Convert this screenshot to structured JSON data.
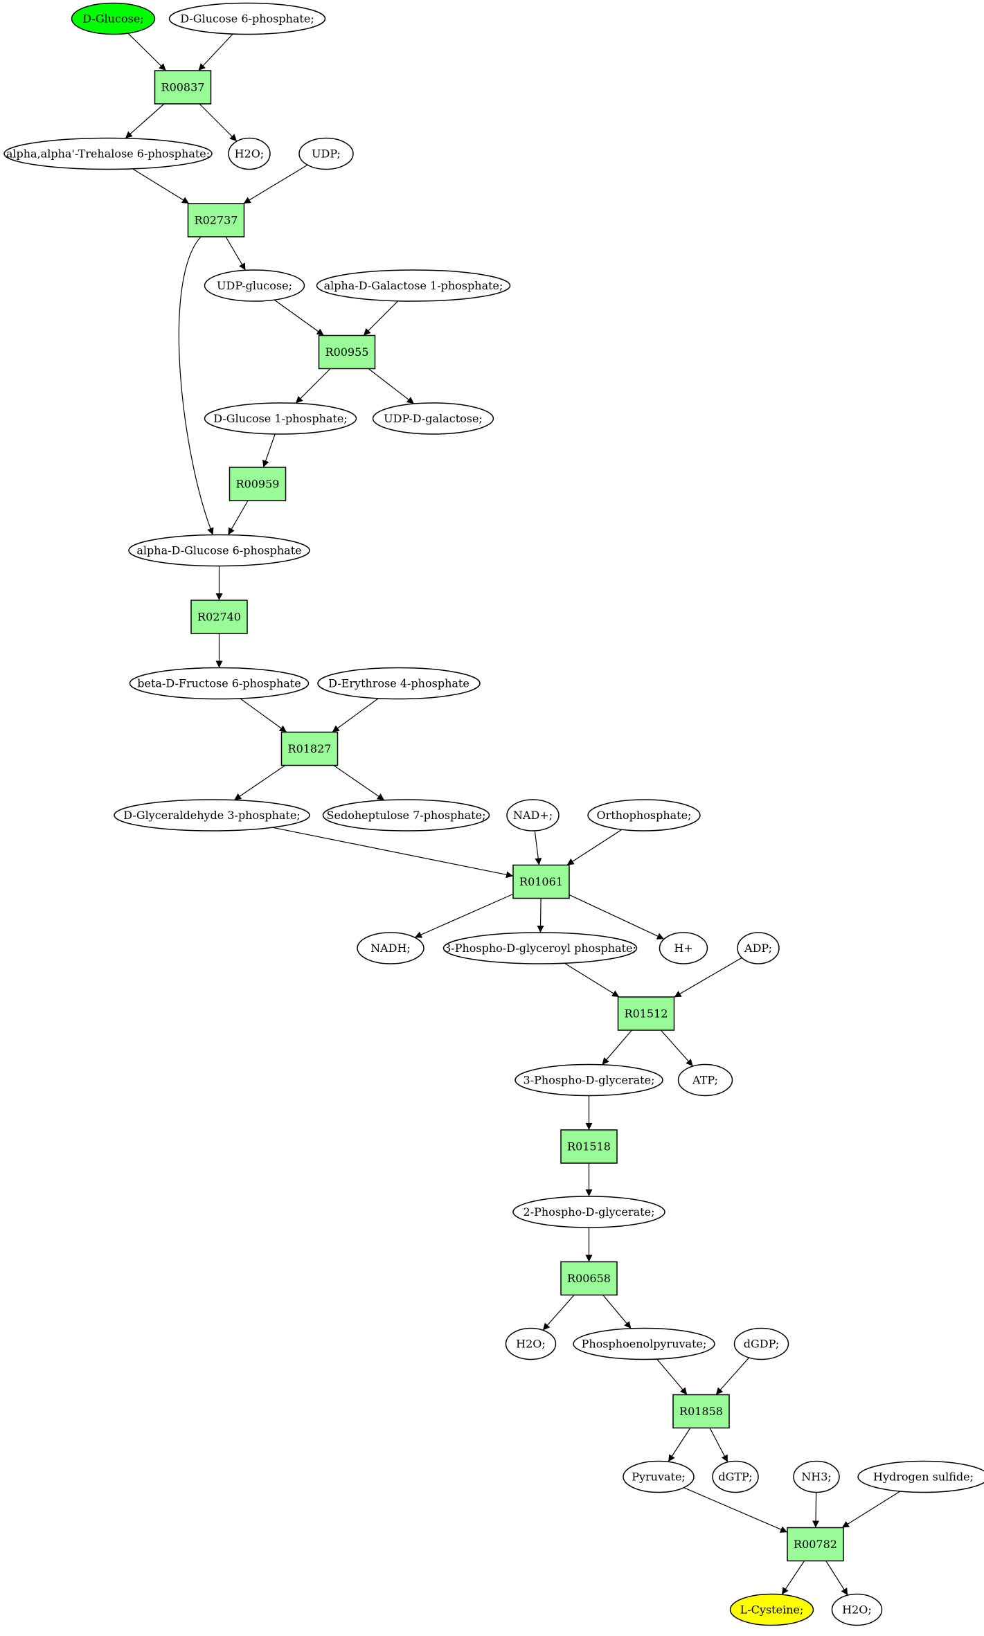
{
  "colors": {
    "reaction_fill": "#98fb98",
    "metabolite_fill": "#ffffff",
    "start_fill": "#00ff00",
    "end_fill": "#ffff00",
    "stroke": "#000000"
  },
  "nodes": [
    {
      "id": "m_dglucose",
      "kind": "metabolite",
      "role": "start",
      "label": "D-Glucose;"
    },
    {
      "id": "m_dg6p",
      "kind": "metabolite",
      "label": "D-Glucose 6-phosphate;"
    },
    {
      "id": "r_R00837",
      "kind": "reaction",
      "label": "R00837"
    },
    {
      "id": "m_trehalose6p",
      "kind": "metabolite",
      "label": "alpha,alpha'-Trehalose 6-phosphate;"
    },
    {
      "id": "m_h2o_1",
      "kind": "metabolite",
      "label": "H2O;"
    },
    {
      "id": "m_udp",
      "kind": "metabolite",
      "label": "UDP;"
    },
    {
      "id": "r_R02737",
      "kind": "reaction",
      "label": "R02737"
    },
    {
      "id": "m_udpglucose",
      "kind": "metabolite",
      "label": "UDP-glucose;"
    },
    {
      "id": "m_agal1p",
      "kind": "metabolite",
      "label": "alpha-D-Galactose 1-phosphate;"
    },
    {
      "id": "r_R00955",
      "kind": "reaction",
      "label": "R00955"
    },
    {
      "id": "m_dg1p",
      "kind": "metabolite",
      "label": "D-Glucose 1-phosphate;"
    },
    {
      "id": "m_udpgal",
      "kind": "metabolite",
      "label": "UDP-D-galactose;"
    },
    {
      "id": "r_R00959",
      "kind": "reaction",
      "label": "R00959"
    },
    {
      "id": "m_adg6p",
      "kind": "metabolite",
      "label": "alpha-D-Glucose 6-phosphate"
    },
    {
      "id": "r_R02740",
      "kind": "reaction",
      "label": "R02740"
    },
    {
      "id": "m_bdf6p",
      "kind": "metabolite",
      "label": "beta-D-Fructose 6-phosphate"
    },
    {
      "id": "m_de4p",
      "kind": "metabolite",
      "label": "D-Erythrose 4-phosphate"
    },
    {
      "id": "r_R01827",
      "kind": "reaction",
      "label": "R01827"
    },
    {
      "id": "m_g3p",
      "kind": "metabolite",
      "label": "D-Glyceraldehyde 3-phosphate;"
    },
    {
      "id": "m_s7p",
      "kind": "metabolite",
      "label": "Sedoheptulose 7-phosphate;"
    },
    {
      "id": "m_nad",
      "kind": "metabolite",
      "label": "NAD+;"
    },
    {
      "id": "m_pi",
      "kind": "metabolite",
      "label": "Orthophosphate;"
    },
    {
      "id": "r_R01061",
      "kind": "reaction",
      "label": "R01061"
    },
    {
      "id": "m_nadh",
      "kind": "metabolite",
      "label": "NADH;"
    },
    {
      "id": "m_3pgp",
      "kind": "metabolite",
      "label": "3-Phospho-D-glyceroyl phosphate;"
    },
    {
      "id": "m_h",
      "kind": "metabolite",
      "label": "H+"
    },
    {
      "id": "m_adp",
      "kind": "metabolite",
      "label": "ADP;"
    },
    {
      "id": "r_R01512",
      "kind": "reaction",
      "label": "R01512"
    },
    {
      "id": "m_3pg",
      "kind": "metabolite",
      "label": "3-Phospho-D-glycerate;"
    },
    {
      "id": "m_atp",
      "kind": "metabolite",
      "label": "ATP;"
    },
    {
      "id": "r_R01518",
      "kind": "reaction",
      "label": "R01518"
    },
    {
      "id": "m_2pg",
      "kind": "metabolite",
      "label": "2-Phospho-D-glycerate;"
    },
    {
      "id": "r_R00658",
      "kind": "reaction",
      "label": "R00658"
    },
    {
      "id": "m_h2o_2",
      "kind": "metabolite",
      "label": "H2O;"
    },
    {
      "id": "m_pep",
      "kind": "metabolite",
      "label": "Phosphoenolpyruvate;"
    },
    {
      "id": "m_dgdp",
      "kind": "metabolite",
      "label": "dGDP;"
    },
    {
      "id": "r_R01858",
      "kind": "reaction",
      "label": "R01858"
    },
    {
      "id": "m_pyruvate",
      "kind": "metabolite",
      "label": "Pyruvate;"
    },
    {
      "id": "m_dgtp",
      "kind": "metabolite",
      "label": "dGTP;"
    },
    {
      "id": "m_nh3",
      "kind": "metabolite",
      "label": "NH3;"
    },
    {
      "id": "m_h2s",
      "kind": "metabolite",
      "label": "Hydrogen sulfide;"
    },
    {
      "id": "r_R00782",
      "kind": "reaction",
      "label": "R00782"
    },
    {
      "id": "m_lcys",
      "kind": "metabolite",
      "role": "end",
      "label": "L-Cysteine;"
    },
    {
      "id": "m_h2o_3",
      "kind": "metabolite",
      "label": "H2O;"
    }
  ],
  "edges": [
    {
      "from": "m_dglucose",
      "to": "r_R00837"
    },
    {
      "from": "m_dg6p",
      "to": "r_R00837"
    },
    {
      "from": "r_R00837",
      "to": "m_trehalose6p"
    },
    {
      "from": "r_R00837",
      "to": "m_h2o_1"
    },
    {
      "from": "m_trehalose6p",
      "to": "r_R02737"
    },
    {
      "from": "m_udp",
      "to": "r_R02737"
    },
    {
      "from": "r_R02737",
      "to": "m_udpglucose"
    },
    {
      "from": "r_R02737",
      "to": "m_adg6p"
    },
    {
      "from": "m_udpglucose",
      "to": "r_R00955"
    },
    {
      "from": "m_agal1p",
      "to": "r_R00955"
    },
    {
      "from": "r_R00955",
      "to": "m_dg1p"
    },
    {
      "from": "r_R00955",
      "to": "m_udpgal"
    },
    {
      "from": "m_dg1p",
      "to": "r_R00959"
    },
    {
      "from": "r_R00959",
      "to": "m_adg6p"
    },
    {
      "from": "m_adg6p",
      "to": "r_R02740"
    },
    {
      "from": "r_R02740",
      "to": "m_bdf6p"
    },
    {
      "from": "m_bdf6p",
      "to": "r_R01827"
    },
    {
      "from": "m_de4p",
      "to": "r_R01827"
    },
    {
      "from": "r_R01827",
      "to": "m_g3p"
    },
    {
      "from": "r_R01827",
      "to": "m_s7p"
    },
    {
      "from": "m_g3p",
      "to": "r_R01061"
    },
    {
      "from": "m_nad",
      "to": "r_R01061"
    },
    {
      "from": "m_pi",
      "to": "r_R01061"
    },
    {
      "from": "r_R01061",
      "to": "m_nadh"
    },
    {
      "from": "r_R01061",
      "to": "m_3pgp"
    },
    {
      "from": "r_R01061",
      "to": "m_h"
    },
    {
      "from": "m_3pgp",
      "to": "r_R01512"
    },
    {
      "from": "m_adp",
      "to": "r_R01512"
    },
    {
      "from": "r_R01512",
      "to": "m_3pg"
    },
    {
      "from": "r_R01512",
      "to": "m_atp"
    },
    {
      "from": "m_3pg",
      "to": "r_R01518"
    },
    {
      "from": "r_R01518",
      "to": "m_2pg"
    },
    {
      "from": "m_2pg",
      "to": "r_R00658"
    },
    {
      "from": "r_R00658",
      "to": "m_h2o_2"
    },
    {
      "from": "r_R00658",
      "to": "m_pep"
    },
    {
      "from": "m_pep",
      "to": "r_R01858"
    },
    {
      "from": "m_dgdp",
      "to": "r_R01858"
    },
    {
      "from": "r_R01858",
      "to": "m_pyruvate"
    },
    {
      "from": "r_R01858",
      "to": "m_dgtp"
    },
    {
      "from": "m_pyruvate",
      "to": "r_R00782"
    },
    {
      "from": "m_nh3",
      "to": "r_R00782"
    },
    {
      "from": "m_h2s",
      "to": "r_R00782"
    },
    {
      "from": "r_R00782",
      "to": "m_lcys"
    },
    {
      "from": "r_R00782",
      "to": "m_h2o_3"
    }
  ]
}
